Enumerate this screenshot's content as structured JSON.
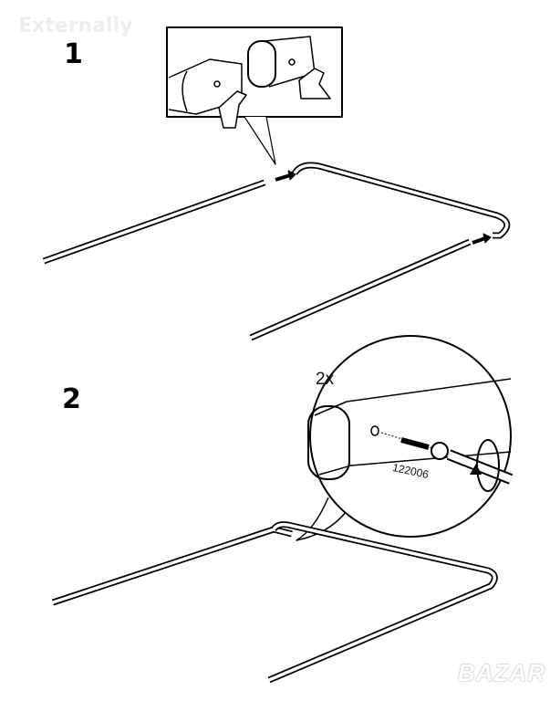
{
  "watermark": "Externally",
  "steps": [
    {
      "number": "1"
    },
    {
      "number": "2",
      "quantity": "2x",
      "part_number": "122006"
    }
  ],
  "logo": "BAZAR"
}
